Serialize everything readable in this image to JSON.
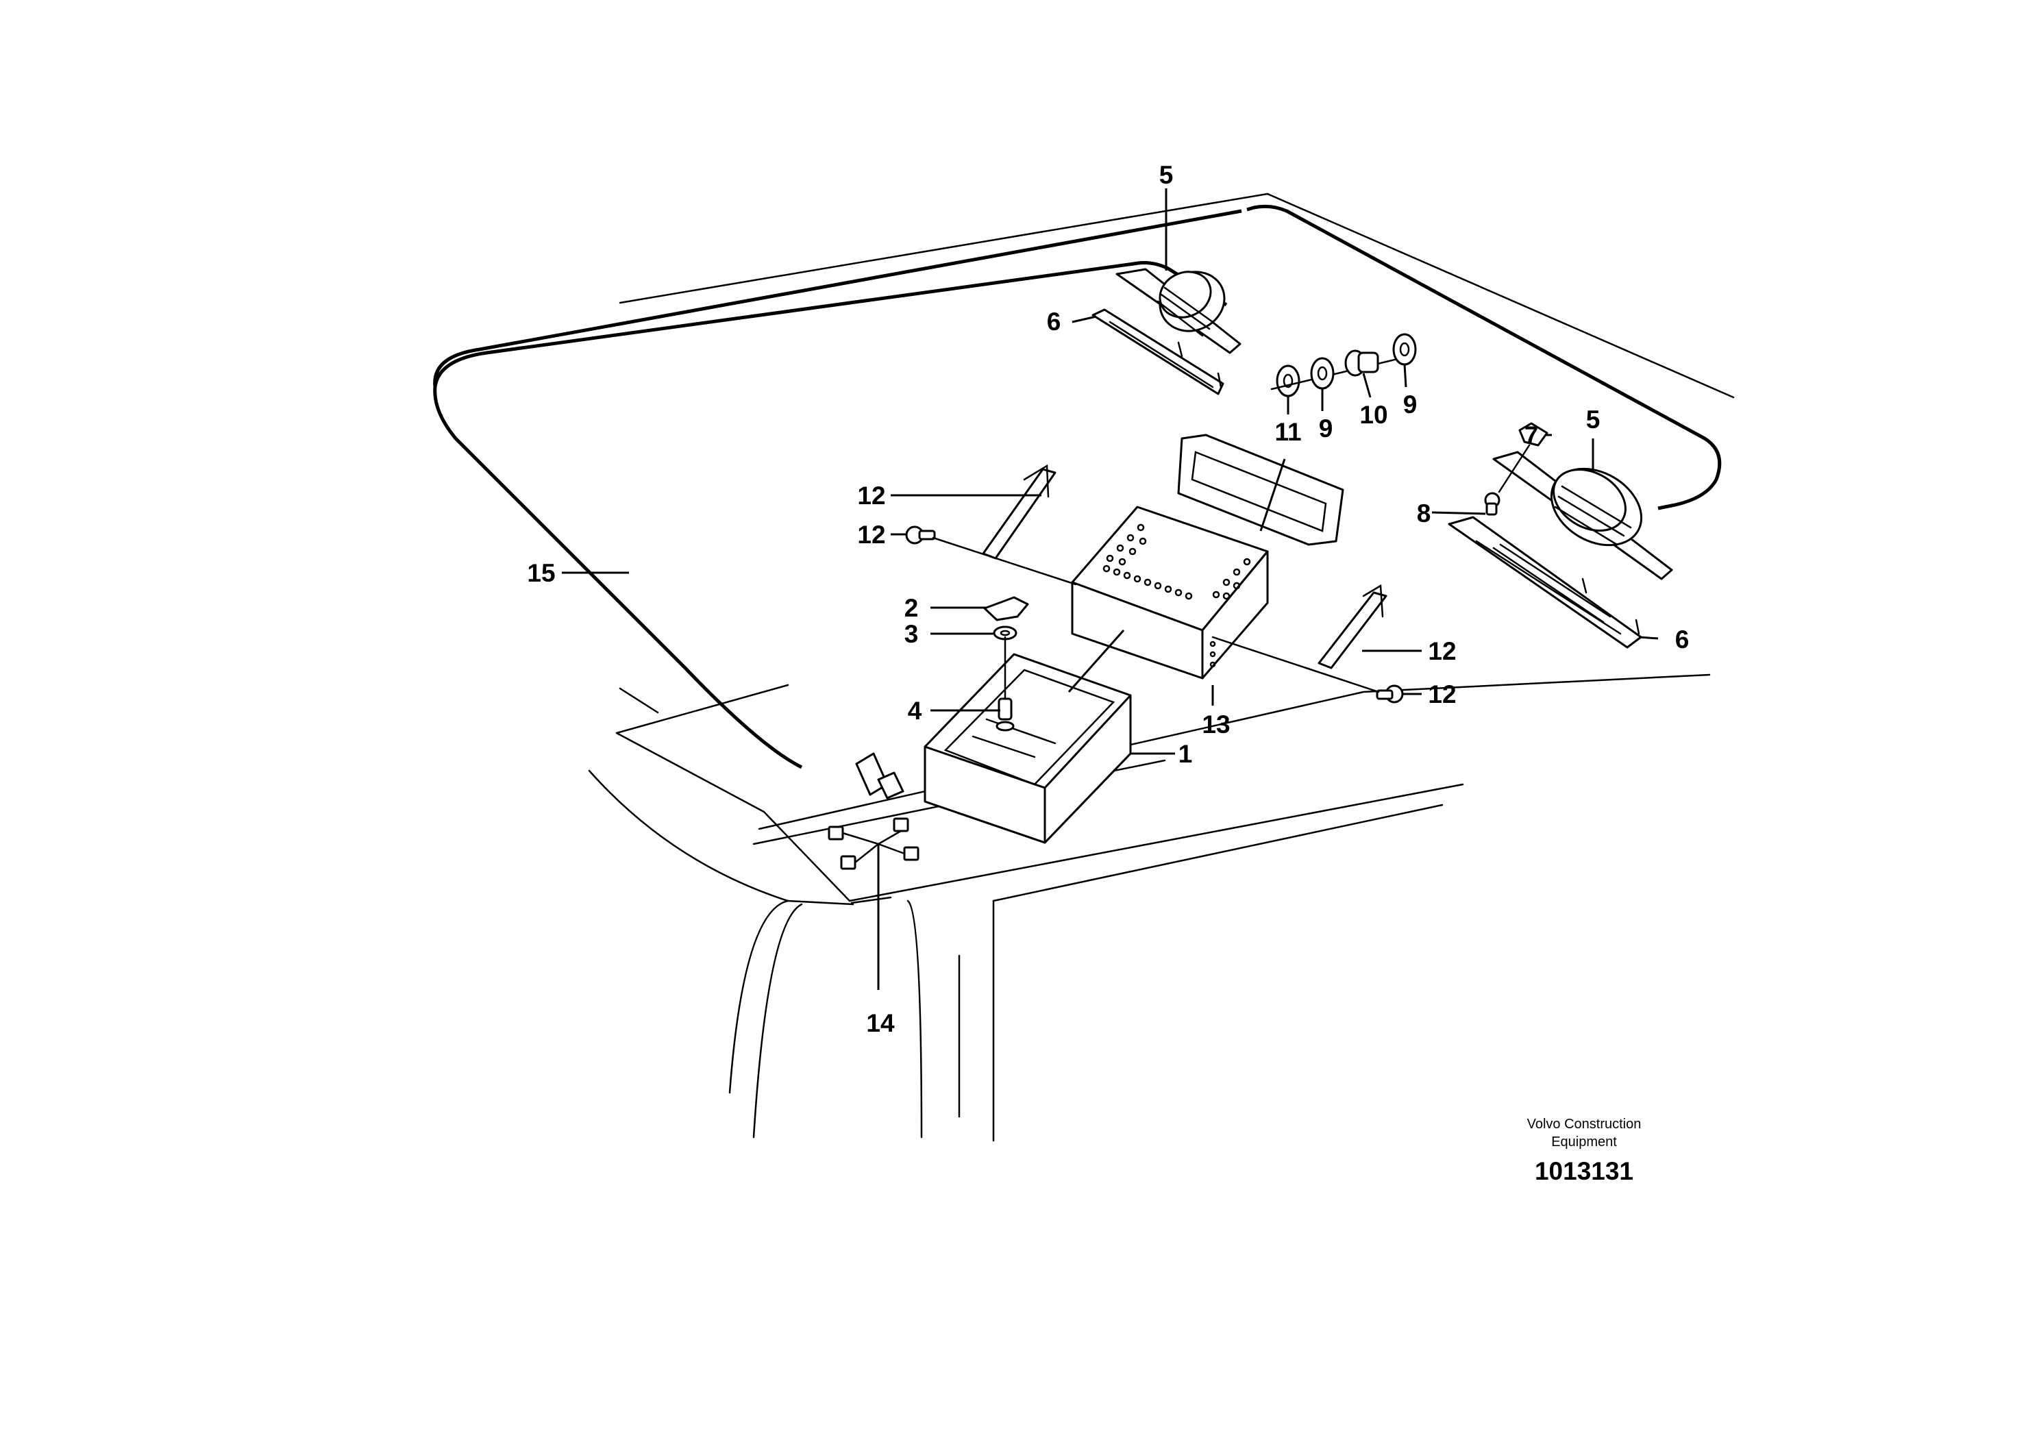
{
  "diagram": {
    "callouts": {
      "c1": "1",
      "c2": "2",
      "c3": "3",
      "c4": "4",
      "c5a": "5",
      "c5b": "5",
      "c6a": "6",
      "c6b": "6",
      "c7": "7",
      "c8": "8",
      "c9a": "9",
      "c9b": "9",
      "c10": "10",
      "c11": "11",
      "c12a": "12",
      "c12b": "12",
      "c12c": "12",
      "c12d": "12",
      "c13": "13",
      "c14": "14",
      "c15": "15"
    },
    "footer": {
      "brand_line1": "Volvo Construction",
      "brand_line2": "Equipment",
      "drawing_number": "1013131"
    }
  }
}
